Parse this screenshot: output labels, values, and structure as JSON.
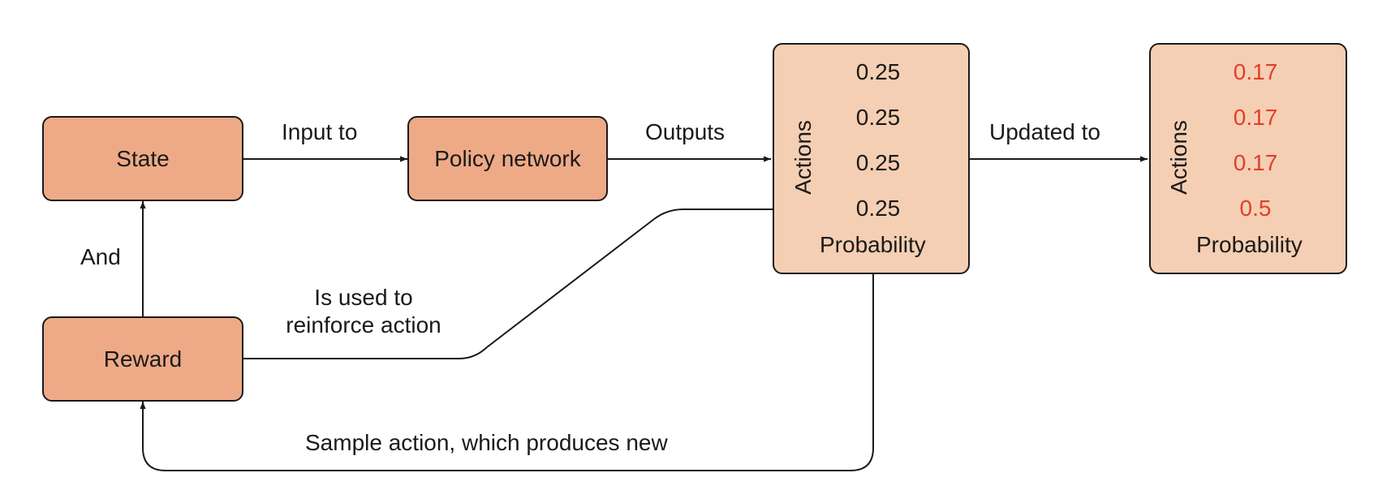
{
  "nodes": {
    "state": "State",
    "policy": "Policy network",
    "reward": "Reward"
  },
  "edges": {
    "input_to": "Input to",
    "outputs": "Outputs",
    "updated_to": "Updated to",
    "and": "And",
    "used_line1": "Is used to",
    "used_line2": "reinforce action",
    "sample": "Sample action, which produces new"
  },
  "dist_before": {
    "axis_label": "Actions",
    "footer": "Probability",
    "values": [
      "0.25",
      "0.25",
      "0.25",
      "0.25"
    ],
    "highlighted_index": 3
  },
  "dist_after": {
    "axis_label": "Actions",
    "footer": "Probability",
    "values": [
      "0.17",
      "0.17",
      "0.17",
      "0.5"
    ]
  },
  "colors": {
    "node_fill": "#eeaa87",
    "dist_fill": "#f5cfb3",
    "highlight": "#e0402a"
  }
}
